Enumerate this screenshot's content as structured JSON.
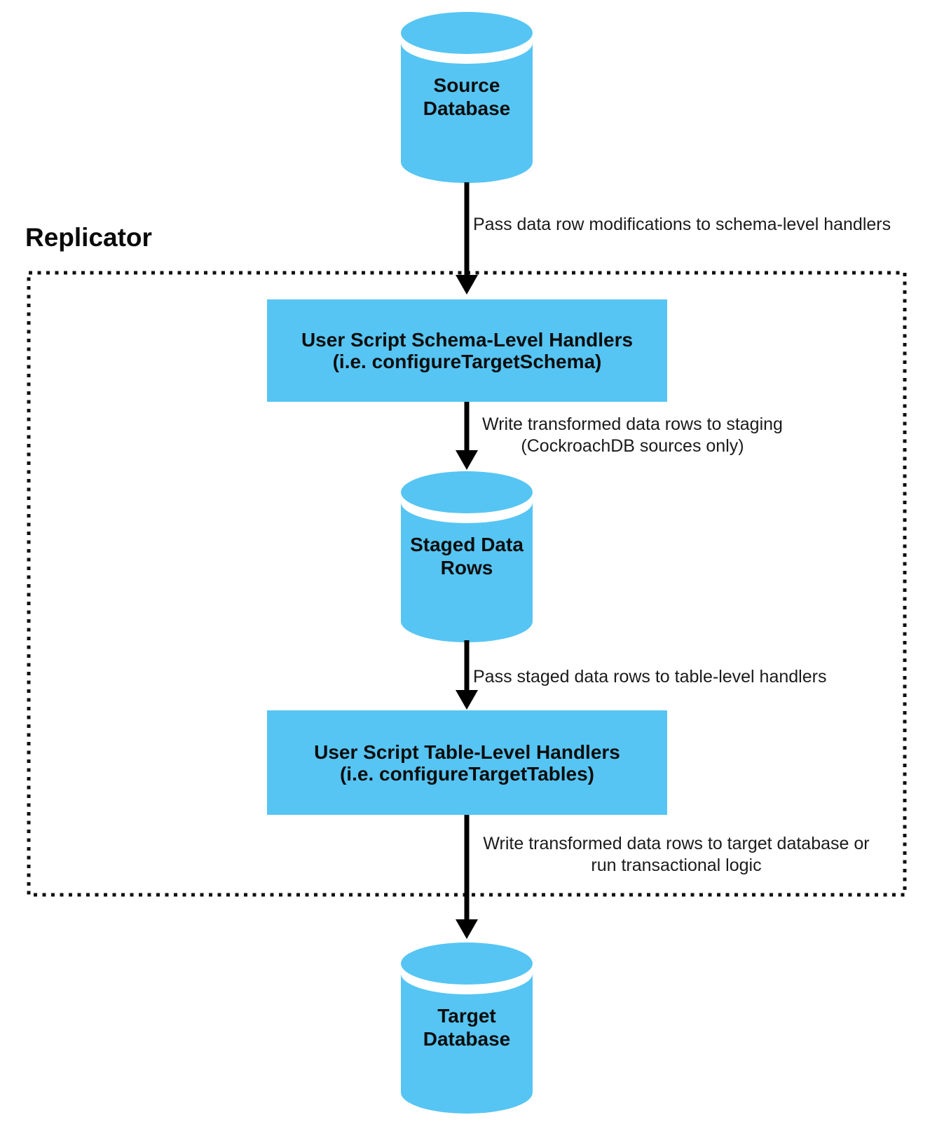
{
  "colors": {
    "node_fill": "#56C5F3",
    "arrow": "#000000",
    "border": "#111111",
    "background": "#ffffff"
  },
  "replicator": {
    "label": "Replicator"
  },
  "nodes": {
    "source_db": {
      "line1": "Source",
      "line2": "Database"
    },
    "schema_handlers": {
      "line1": "User Script Schema-Level Handlers",
      "line2": "(i.e. configureTargetSchema)"
    },
    "staged_rows": {
      "line1": "Staged Data",
      "line2": "Rows"
    },
    "table_handlers": {
      "line1": "User Script Table-Level Handlers",
      "line2": "(i.e. configureTargetTables)"
    },
    "target_db": {
      "line1": "Target",
      "line2": "Database"
    }
  },
  "edges": {
    "source_to_schema": {
      "label": "Pass data row modifications to schema-level handlers"
    },
    "schema_to_staged": {
      "line1": "Write transformed data rows to staging",
      "line2": "(CockroachDB sources only)"
    },
    "staged_to_table": {
      "label": "Pass staged data rows to table-level handlers"
    },
    "table_to_target": {
      "line1": "Write transformed data rows to target database or",
      "line2": "run transactional logic"
    }
  }
}
